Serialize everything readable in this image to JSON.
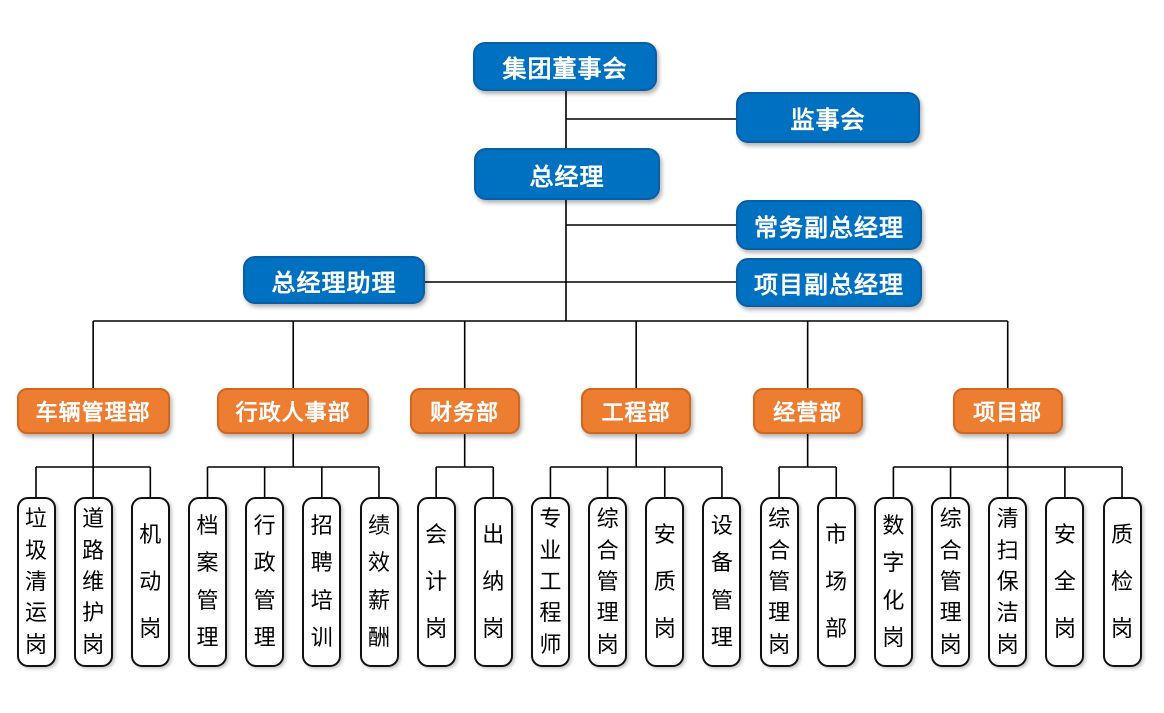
{
  "nodes": {
    "board": {
      "label": "集团董事会"
    },
    "supervisory": {
      "label": "监事会"
    },
    "gm": {
      "label": "总经理"
    },
    "exec_deputy_gm": {
      "label": "常务副总经理"
    },
    "gm_assistant": {
      "label": "总经理助理"
    },
    "project_deputy_gm": {
      "label": "项目副总经理"
    },
    "departments": [
      {
        "label": "车辆管理部",
        "posts": [
          "垃圾清运岗",
          "道路维护岗",
          "机动岗"
        ]
      },
      {
        "label": "行政人事部",
        "posts": [
          "档案管理",
          "行政管理",
          "招聘培训",
          "绩效薪酬"
        ]
      },
      {
        "label": "财务部",
        "posts": [
          "会计岗",
          "出纳岗"
        ]
      },
      {
        "label": "工程部",
        "posts": [
          "专业工程师",
          "综合管理岗",
          "安质岗",
          "设备管理"
        ]
      },
      {
        "label": "经营部",
        "posts": [
          "综合管理岗",
          "市场部"
        ]
      },
      {
        "label": "项目部",
        "posts": [
          "数字化岗",
          "综合管理岗",
          "清扫保洁岗",
          "安全岗",
          "质检岗"
        ]
      }
    ]
  },
  "colors": {
    "box_blue": "#0070C0",
    "box_orange": "#ED7D31",
    "connector_line": "#000000",
    "leaf_border": "#111111",
    "text_light": "#FFFFFF",
    "text_dark": "#000000",
    "background": "#FFFFFF"
  }
}
